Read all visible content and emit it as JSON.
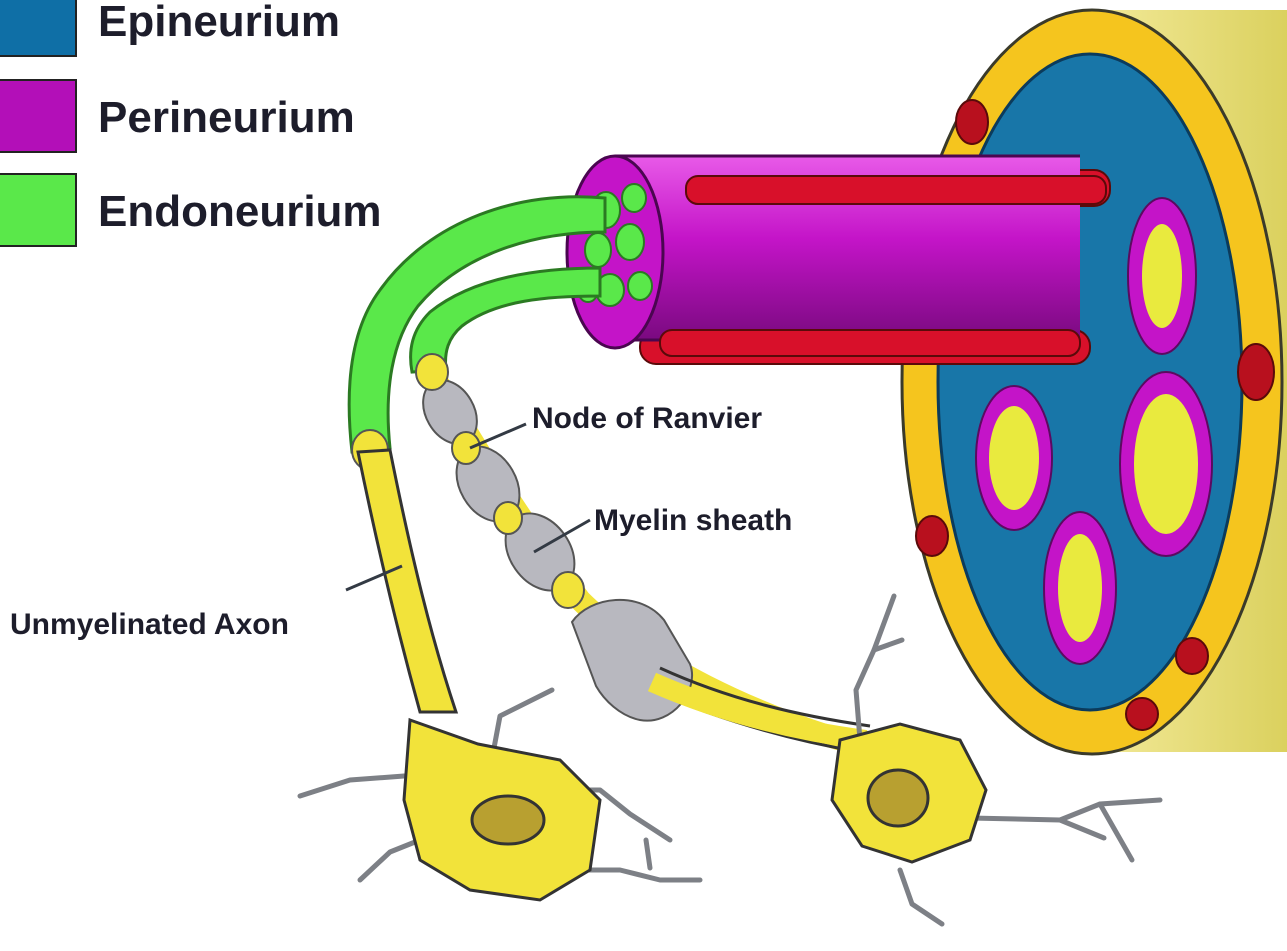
{
  "legend": {
    "items": [
      {
        "label": "Epineurium",
        "color": "#0f6fa6"
      },
      {
        "label": "Perineurium",
        "color": "#b30fb8"
      },
      {
        "label": "Endoneurium",
        "color": "#5ae84a"
      }
    ]
  },
  "labels": {
    "node_of_ranvier": "Node of Ranvier",
    "myelin_sheath": "Myelin sheath",
    "unmyelinated_axon": "Unmyelinated Axon"
  },
  "colors": {
    "epineurium_blue": "#1876a8",
    "outer_yellow": "#f5c51e",
    "outer_tube": "#eee488",
    "perineurium_magenta": "#c414c8",
    "blood_vessel_red": "#d8102a",
    "endoneurium_green": "#5ae84a",
    "axon_yellow": "#f2e33a",
    "myelin_gray": "#b8b8bf",
    "nucleus": "#b8a030",
    "outline": "#333333"
  }
}
